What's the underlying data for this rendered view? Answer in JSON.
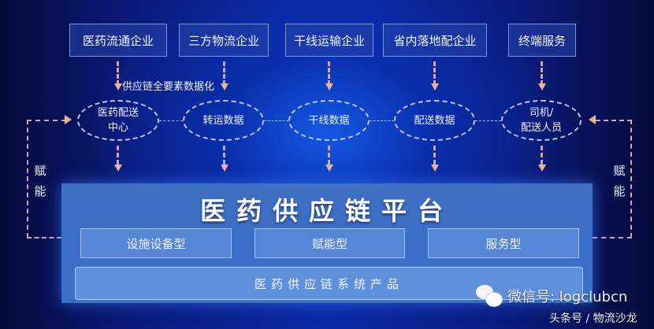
{
  "diagram": {
    "title": "医药供应链平台",
    "top_nodes": [
      {
        "label": "医药流通企业"
      },
      {
        "label": "三方物流企业"
      },
      {
        "label": "干线运输企业"
      },
      {
        "label": "省内落地配企业"
      },
      {
        "label": "终端服务"
      }
    ],
    "arrow_annotation": "供应链全要素数据化",
    "data_nodes": [
      {
        "line1": "医药配送",
        "line2": "中心"
      },
      {
        "line1": "转运数据",
        "line2": ""
      },
      {
        "line1": "干线数据",
        "line2": ""
      },
      {
        "line1": "配送数据",
        "line2": ""
      },
      {
        "line1": "司机/",
        "line2": "配送人员"
      }
    ],
    "side_labels": {
      "left": [
        "赋",
        "能"
      ],
      "right": [
        "赋",
        "能"
      ]
    },
    "platform": {
      "title": "医药供应链平台",
      "types": [
        {
          "label": "设施设备型"
        },
        {
          "label": "赋能型"
        },
        {
          "label": "服务型"
        }
      ],
      "system_product": "医药供应链系统产品"
    },
    "colors": {
      "arrow": "#e8b59a",
      "dash_line": "#c9a6b8",
      "background_center": "#0b2aa8",
      "platform": "#3a6ec8"
    }
  },
  "watermark": {
    "icon": "wechat-icon",
    "wechat_id": "微信号: logclubcn",
    "toutiao": "头条号 / 物流沙龙"
  }
}
